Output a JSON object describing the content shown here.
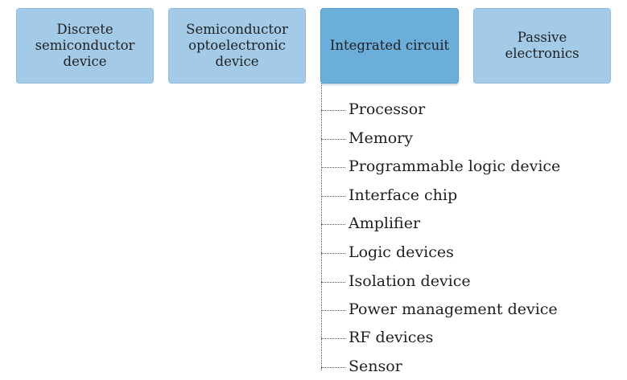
{
  "categories": [
    {
      "label": "Discrete\nsemiconductor\ndevice",
      "active": false
    },
    {
      "label": "Semiconductor\noptoelectronic\ndevice",
      "active": false
    },
    {
      "label": "Integrated circuit",
      "active": true
    },
    {
      "label": "Passive electronics",
      "active": false
    }
  ],
  "subcategories": [
    "Processor",
    "Memory",
    "Programmable logic device",
    "Interface chip",
    "Amplifier",
    "Logic devices",
    "Isolation device",
    "Power management device",
    "RF devices",
    "Sensor"
  ],
  "colors": {
    "tab_inactive": "#a3cbe7",
    "tab_active": "#6aaed9",
    "connector": "#555555"
  }
}
